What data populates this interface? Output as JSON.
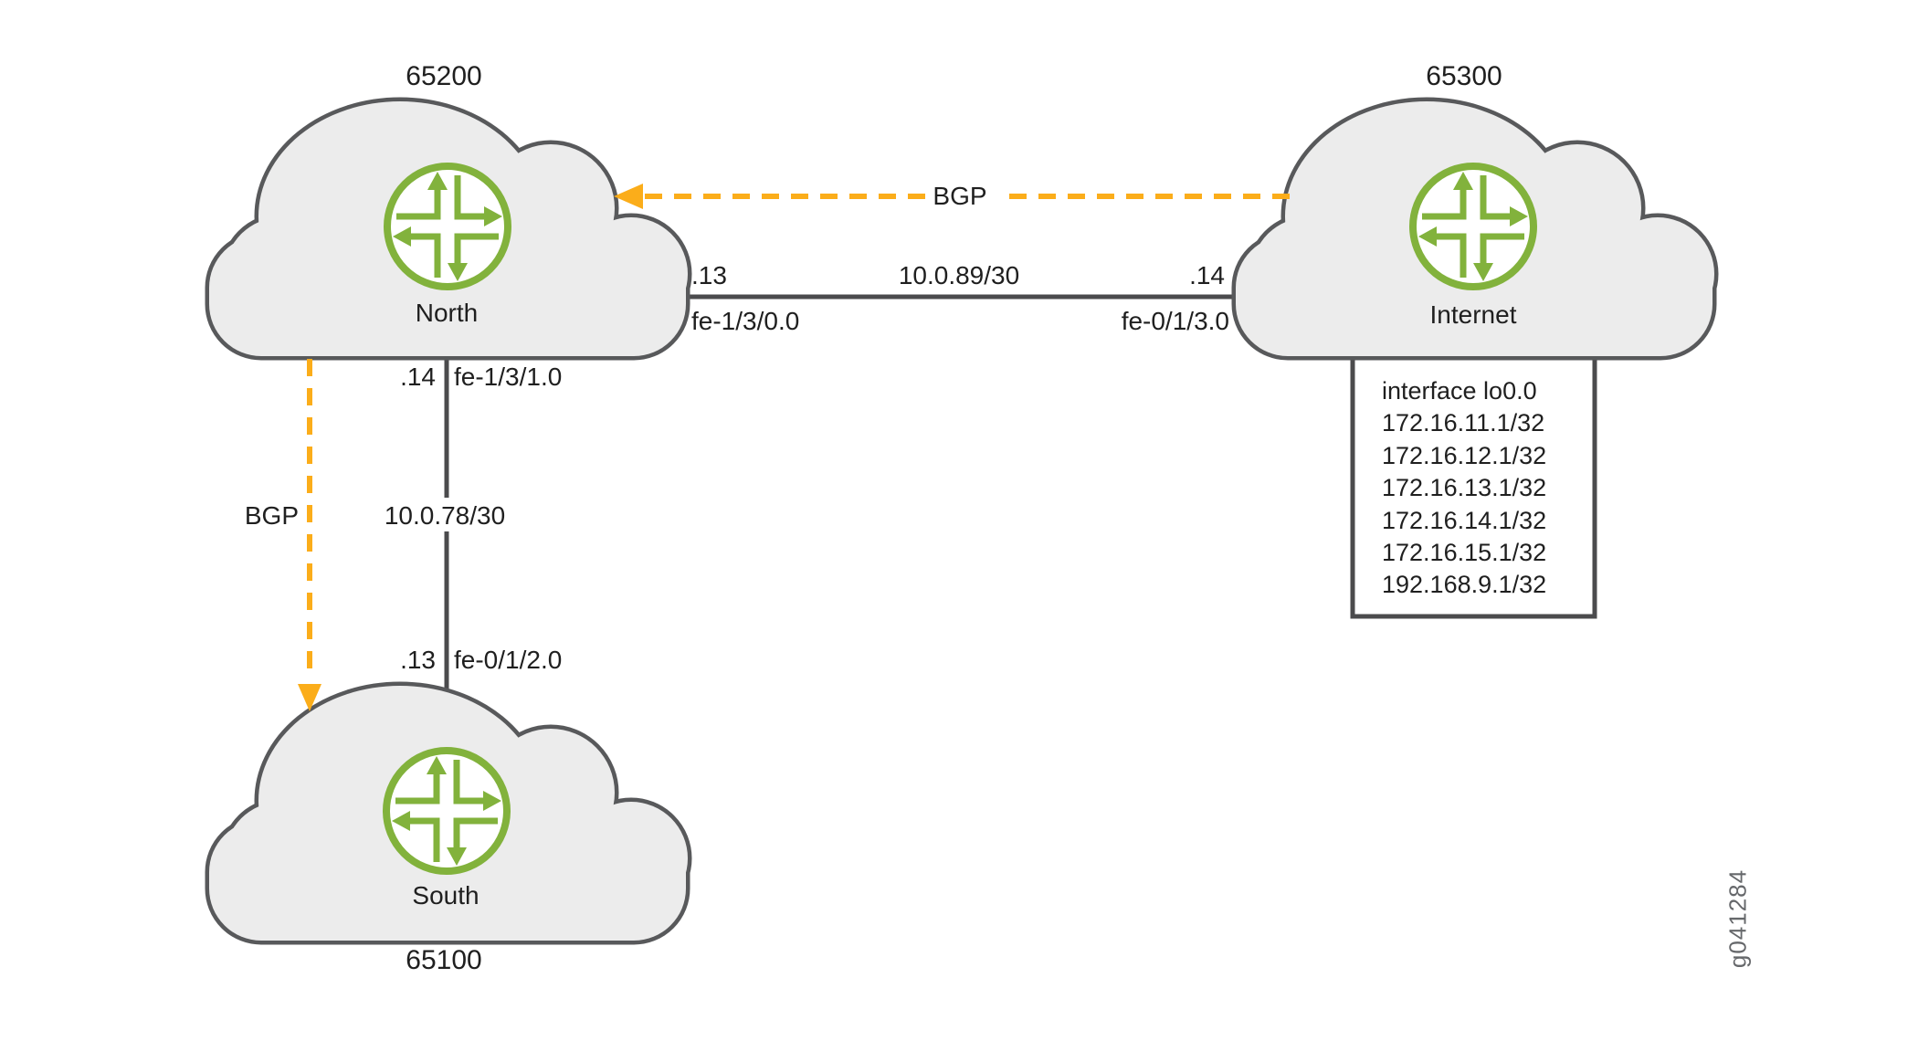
{
  "nodes": {
    "north": {
      "name": "North",
      "as": "65200"
    },
    "internet": {
      "name": "Internet",
      "as": "65300"
    },
    "south": {
      "name": "South",
      "as": "65100"
    }
  },
  "links": {
    "north_internet": {
      "subnet": "10.0.89/30",
      "north_ip": ".13",
      "north_interface": "fe-1/3/0.0",
      "internet_ip": ".14",
      "internet_interface": "fe-0/1/3.0",
      "protocol": "BGP"
    },
    "north_south": {
      "subnet": "10.0.78/30",
      "north_ip": ".14",
      "north_interface": "fe-1/3/1.0",
      "south_ip": ".13",
      "south_interface": "fe-0/1/2.0",
      "protocol": "BGP"
    }
  },
  "loopbacks": {
    "title": "interface lo0.0",
    "addresses": [
      "172.16.11.1/32",
      "172.16.12.1/32",
      "172.16.13.1/32",
      "172.16.14.1/32",
      "172.16.15.1/32",
      "192.168.9.1/32"
    ]
  },
  "figure_id": "g041284",
  "colors": {
    "juniper_green": "#82B23C",
    "bgp_orange": "#FBAD1A",
    "cloud_fill": "#ECECEC",
    "cloud_border": "#58595B",
    "line_gray": "#4B4B4D",
    "text": "#1F1F1F",
    "figure_id_gray": "#66686B"
  }
}
